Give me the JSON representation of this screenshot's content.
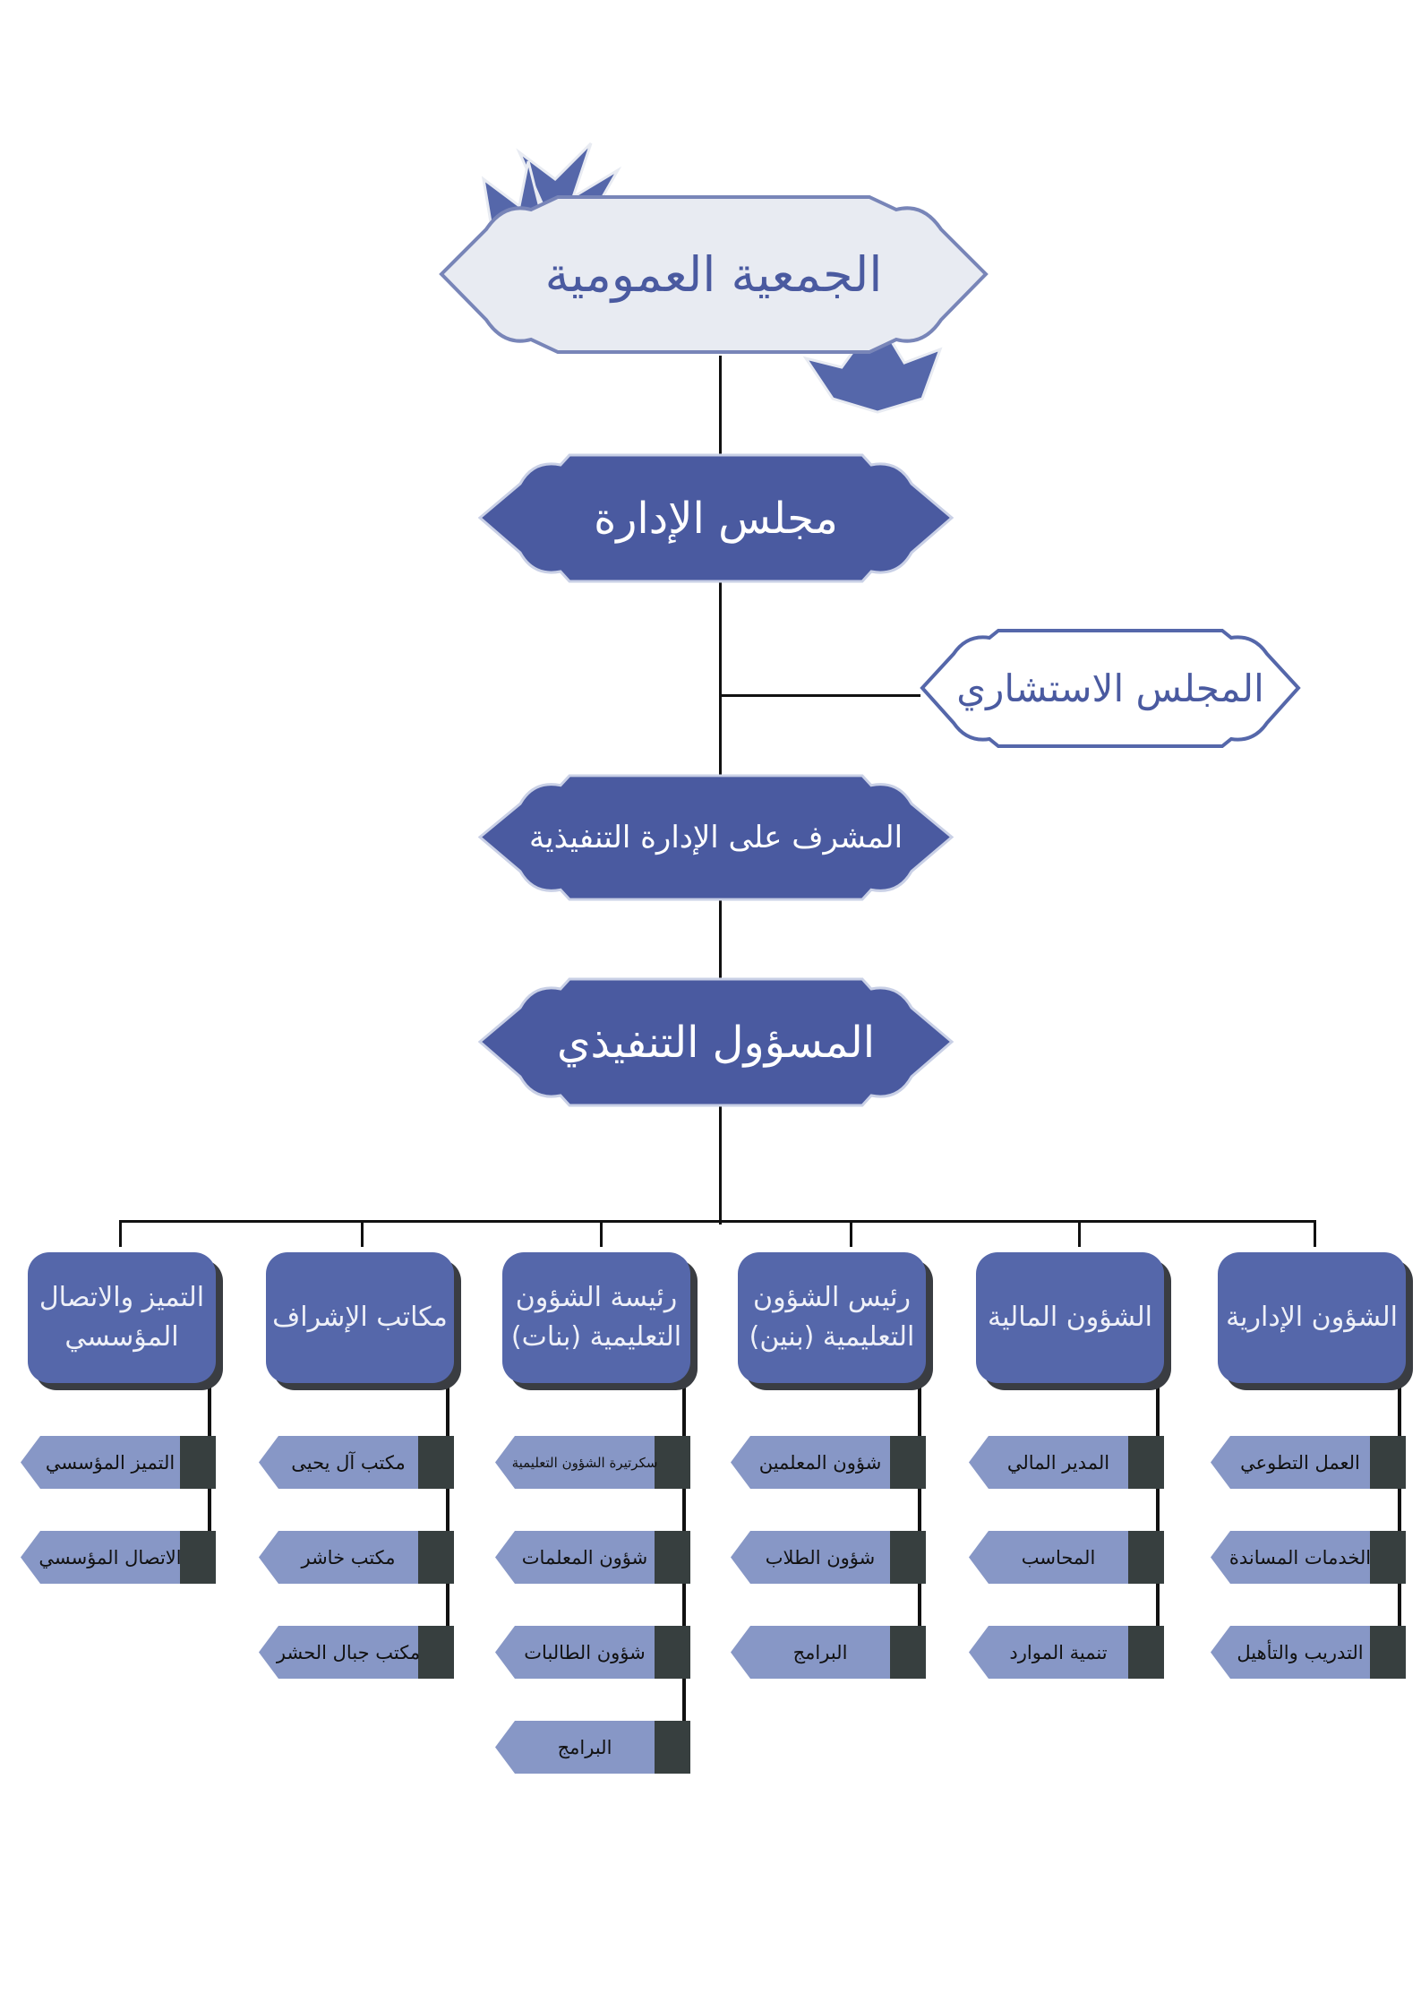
{
  "chart": {
    "general_assembly": "الجمعية العمومية",
    "board": "مجلس الإدارة",
    "advisory_council": "المجلس الاستشاري",
    "executive_supervisor": "المشرف على الإدارة التنفيذية",
    "executive_director": "المسؤول التنفيذي",
    "departments": [
      {
        "title": "التميز والاتصال المؤسسي",
        "children": [
          "التميز المؤسسي",
          "الاتصال المؤسسي"
        ]
      },
      {
        "title": "مكاتب الإشراف",
        "children": [
          "مكتب آل يحيى",
          "مكتب خاشر",
          "مكتب جبال الحشر"
        ]
      },
      {
        "title": "رئيسة الشؤون التعليمية (بنات)",
        "children": [
          "سكرتيرة الشؤون التعليمية",
          "شؤون المعلمات",
          "شؤون الطالبات",
          "البرامج"
        ]
      },
      {
        "title": "رئيس الشؤون التعليمية (بنين)",
        "children": [
          "شؤون المعلمين",
          "شؤون الطلاب",
          "البرامج"
        ]
      },
      {
        "title": "الشؤون المالية",
        "children": [
          "المدير المالي",
          "المحاسب",
          "تنمية الموارد"
        ]
      },
      {
        "title": "الشؤون الإدارية",
        "children": [
          "العمل التطوعي",
          "الخدمات المساندة",
          "التدريب والتأهيل"
        ]
      }
    ]
  },
  "colors": {
    "primary": "#5567aa",
    "light": "#8797c6",
    "dark": "#373f3f",
    "pale": "#e8ebf2"
  }
}
